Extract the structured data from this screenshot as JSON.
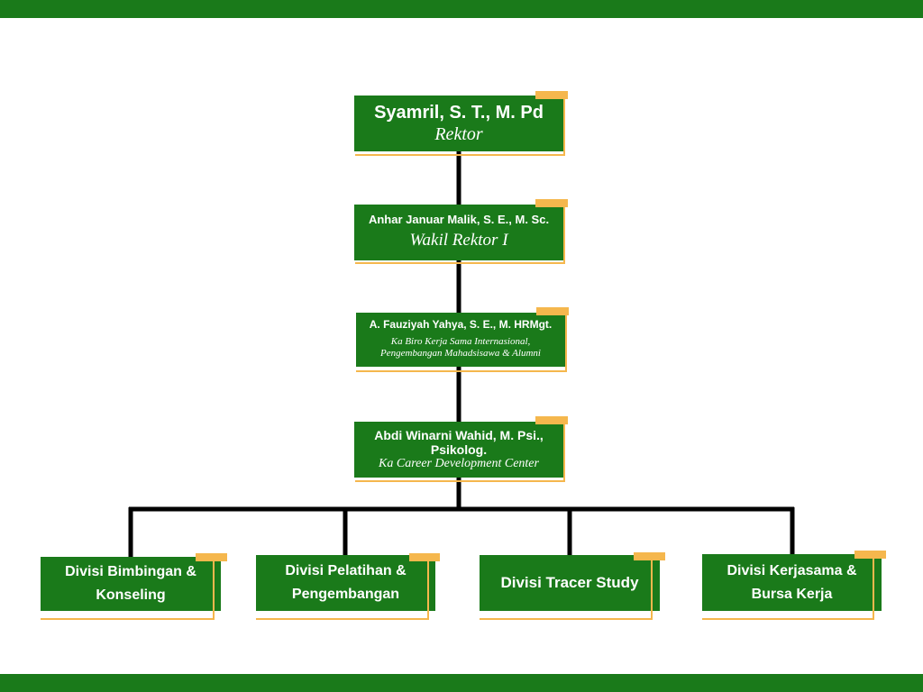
{
  "colors": {
    "green": "#1a7a1a",
    "accent": "#f5b74d",
    "line": "#000000"
  },
  "nodes": {
    "rektor": {
      "name": "Syamril, S. T., M. Pd",
      "role": "Rektor"
    },
    "wakil": {
      "name": "Anhar Januar Malik, S. E., M. Sc.",
      "role": "Wakil Rektor I"
    },
    "kabiro": {
      "name": "A. Fauziyah Yahya, S. E., M. HRMgt.",
      "role_line1": "Ka Biro Kerja Sama Internasional,",
      "role_line2": "Pengembangan Mahadsisawa & Alumni"
    },
    "cdc": {
      "name_line1": "Abdi  Winarni Wahid, M. Psi.,",
      "name_line2": "Psikolog.",
      "role": "Ka Career Development Center"
    }
  },
  "divisions": [
    {
      "line1": "Divisi Bimbingan &",
      "line2": "Konseling"
    },
    {
      "line1": "Divisi Pelatihan &",
      "line2": "Pengembangan"
    },
    {
      "line1": "Divisi Tracer Study"
    },
    {
      "line1": "Divisi Kerjasama &",
      "line2": "Bursa Kerja"
    }
  ]
}
